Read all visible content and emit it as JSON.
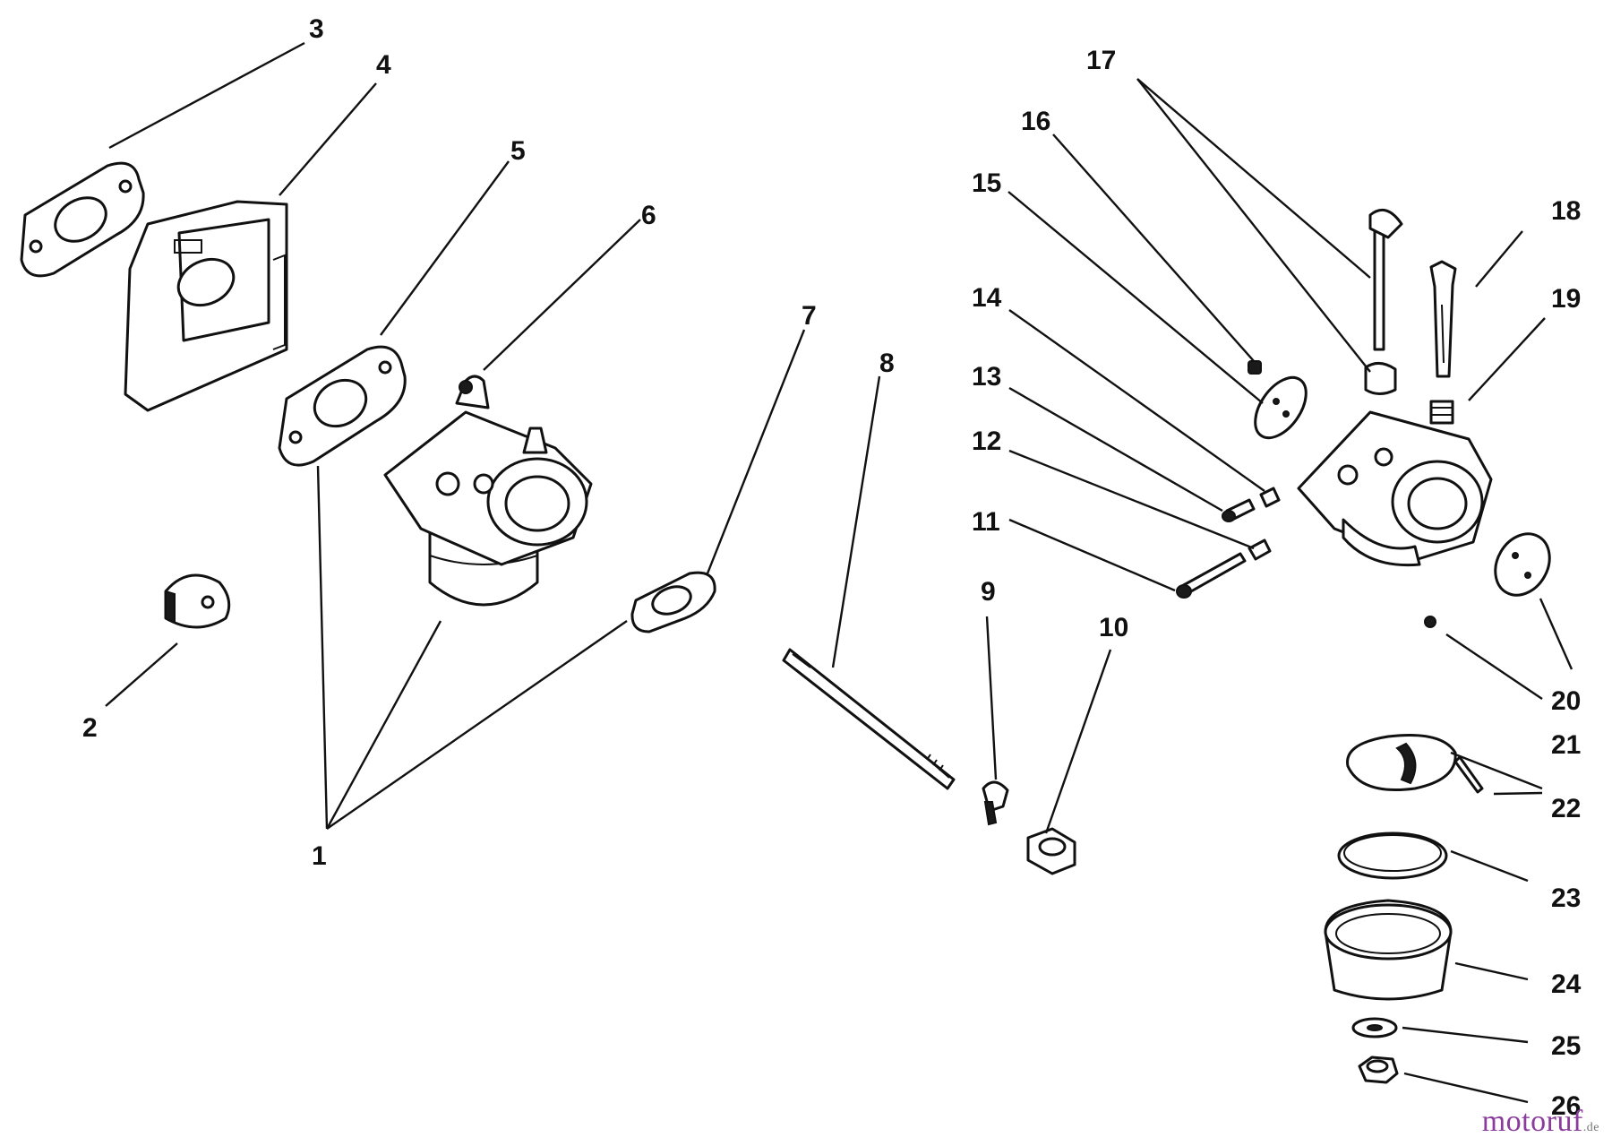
{
  "diagram": {
    "callouts": [
      "1",
      "2",
      "3",
      "4",
      "5",
      "6",
      "7",
      "8",
      "9",
      "10",
      "11",
      "12",
      "13",
      "14",
      "15",
      "16",
      "17",
      "18",
      "19",
      "20",
      "21",
      "22",
      "23",
      "24",
      "25",
      "26"
    ]
  },
  "watermark": {
    "text": "motoruf",
    "suffix": ".de",
    "color": "#8a3b9b"
  }
}
